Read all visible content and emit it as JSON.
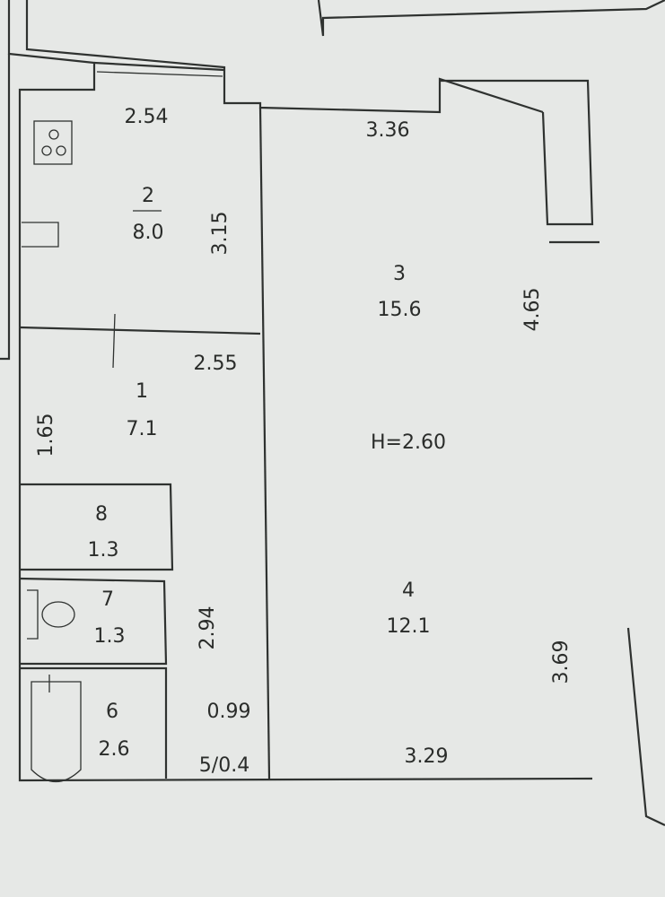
{
  "plan": {
    "ceiling_height": "H=2.60",
    "rooms": [
      {
        "number": "1",
        "area": "7.1"
      },
      {
        "number": "2",
        "area": "8.0"
      },
      {
        "number": "3",
        "area": "15.6"
      },
      {
        "number": "4",
        "area": "12.1"
      },
      {
        "number": "5/0.4"
      },
      {
        "number": "6",
        "area": "2.6"
      },
      {
        "number": "7",
        "area": "1.3"
      },
      {
        "number": "8",
        "area": "1.3"
      }
    ],
    "dimensions": {
      "kitchen_width": "2.54",
      "kitchen_length": "3.15",
      "room3_width": "3.36",
      "room3_length": "4.65",
      "hall_width": "2.55",
      "hall_length": "1.65",
      "corridor_length": "2.94",
      "closet_width": "0.99",
      "room4_width": "3.29",
      "room4_length": "3.69"
    }
  }
}
